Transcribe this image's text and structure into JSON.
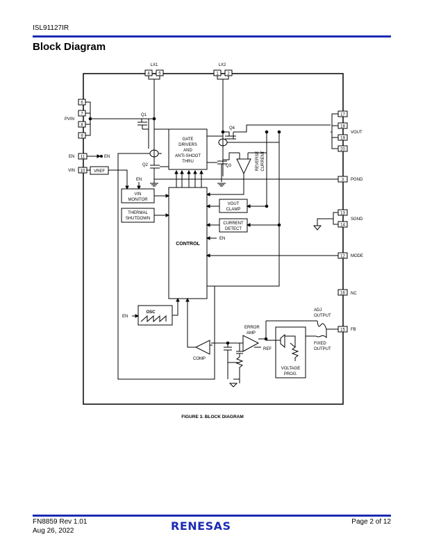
{
  "header": {
    "doc_title": "ISL91127IR"
  },
  "section_title": "Block Diagram",
  "diagram": {
    "pins": {
      "p4": "4",
      "p5": "5",
      "p1": "1",
      "p2": "2",
      "p6": "6",
      "p7": "7",
      "p8": "8",
      "p9": "9",
      "p11": "11",
      "p10": "10",
      "p17": "17",
      "p18": "18",
      "p19": "19",
      "p20": "20",
      "p3": "3",
      "p13": "13",
      "p14": "14",
      "p12": "12",
      "p16": "16",
      "p15": "15"
    },
    "labels": {
      "lx1": "LX1",
      "lx2": "LX2",
      "pvin": "PVIN",
      "en": "EN",
      "vin": "VIN",
      "vout": "VOUT",
      "pgnd": "PGND",
      "sgnd": "SGND",
      "mode": "MODE",
      "nc": "NC",
      "fb": "FB",
      "q1": "Q1",
      "q2": "Q2",
      "q3": "Q3",
      "q4": "Q4",
      "vref": "VREF",
      "en_out": "EN",
      "en_vinmon": "EN",
      "en_control": "EN",
      "en_osc": "EN",
      "gate1": "GATE",
      "gate2": "DRIVERS",
      "gate3": "AND",
      "gate4": "ANTI-SHOOT",
      "gate5": "THRU",
      "vinmon1": "VIN",
      "vinmon2": "MONITOR",
      "thermal1": "THERMAL",
      "thermal2": "SHUTDOWN",
      "voutclamp1": "VOUT",
      "voutclamp2": "CLAMP",
      "curdet1": "CURRENT",
      "curdet2": "DETECT",
      "control": "CONTROL",
      "osc": "OSC",
      "comp": "COMP",
      "erramp1": "ERROR",
      "erramp2": "AMP",
      "ref": "REF",
      "adj1": "ADJ",
      "adj2": "OUTPUT",
      "fixed1": "FIXED",
      "fixed2": "OUTPUT",
      "vprog1": "VOLTAGE",
      "vprog2": "PROG.",
      "reverse1": "REVERSE",
      "reverse2": "CURRENT"
    }
  },
  "caption": "FIGURE 3.  BLOCK DIAGRAM",
  "footer": {
    "doc_rev": "FN8859  Rev 1.01",
    "date": "Aug 26, 2022",
    "page": "Page 2 of 12",
    "logo_text": "RENESAS"
  }
}
